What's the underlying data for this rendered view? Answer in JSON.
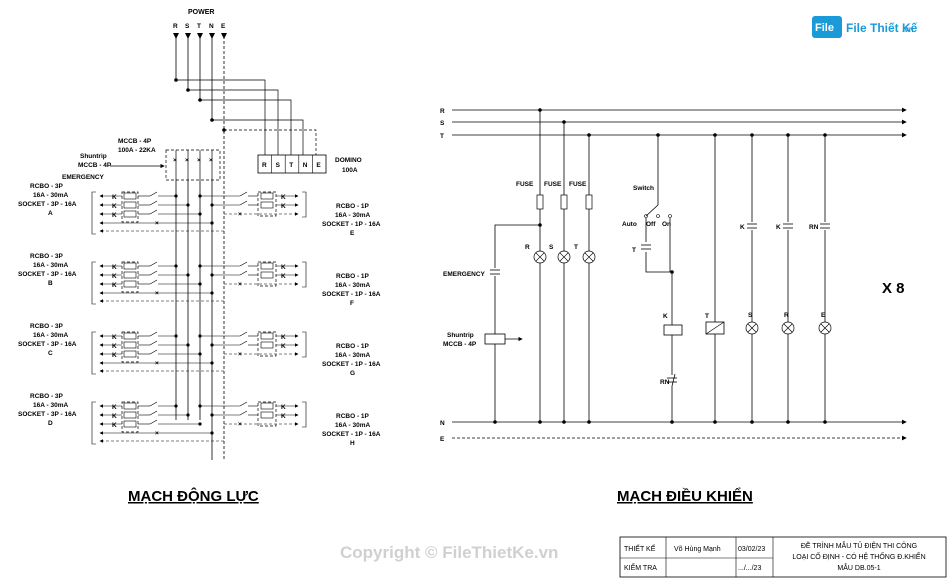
{
  "brand": {
    "logo_text": "File Thiết Kế",
    "logo_suffix": ".vn"
  },
  "power": {
    "title": "POWER",
    "phases": [
      "R",
      "S",
      "T",
      "N",
      "E"
    ],
    "mccb_label": [
      "MCCB - 4P",
      "100A - 22KA"
    ],
    "shunt_label": [
      "Shuntrip",
      "MCCB - 4P",
      "EMERGENCY"
    ],
    "domino_label": [
      "DOMINO",
      "100A"
    ],
    "domino_cells": [
      "R",
      "S",
      "T",
      "N",
      "E"
    ],
    "k_letter": "K",
    "left_groups": [
      {
        "lines": [
          "RCBO - 3P",
          "16A - 30mA",
          "SOCKET - 3P - 16A",
          "A"
        ]
      },
      {
        "lines": [
          "RCBO - 3P",
          "16A - 30mA",
          "SOCKET - 3P - 16A",
          "B"
        ]
      },
      {
        "lines": [
          "RCBO - 3P",
          "16A - 30mA",
          "SOCKET - 3P - 16A",
          "C"
        ]
      },
      {
        "lines": [
          "RCBO - 3P",
          "16A - 30mA",
          "SOCKET - 3P - 16A",
          "D"
        ]
      }
    ],
    "right_groups": [
      {
        "lines": [
          "RCBO - 1P",
          "16A - 30mA",
          "SOCKET - 1P - 16A",
          "E"
        ]
      },
      {
        "lines": [
          "RCBO - 1P",
          "16A - 30mA",
          "SOCKET - 1P - 16A",
          "F"
        ]
      },
      {
        "lines": [
          "RCBO - 1P",
          "16A - 30mA",
          "SOCKET - 1P - 16A",
          "G"
        ]
      },
      {
        "lines": [
          "RCBO - 1P",
          "16A - 30mA",
          "SOCKET - 1P - 16A",
          "H"
        ]
      }
    ],
    "section_title": "MẠCH ĐỘNG LỰC"
  },
  "control": {
    "bus_labels": [
      "R",
      "S",
      "T",
      "N",
      "E"
    ],
    "fuse_label": "FUSE",
    "lamp_labels": [
      "R",
      "S",
      "T"
    ],
    "switch_label": "Switch",
    "switch_positions": [
      "Auto",
      "Off",
      "On"
    ],
    "t_label": "T",
    "emergency_label": "EMERGENCY",
    "shunt_label": [
      "Shuntrip",
      "MCCB - 4P"
    ],
    "coil_labels": [
      "K",
      "T"
    ],
    "rn_label": "RN",
    "contact_labels": [
      "K",
      "K",
      "RN"
    ],
    "indicator_labels": [
      "S",
      "R",
      "E"
    ],
    "multiplier": "X 8",
    "section_title": "MẠCH ĐIỀU KHIỂN"
  },
  "watermark": "Copyright © FileThietKe.vn",
  "title_block": {
    "r1": [
      "THIẾT KẾ",
      "Võ Hùng Mạnh",
      "03/02/23"
    ],
    "r2": [
      "KIỂM TRA",
      "",
      ".../.../23"
    ],
    "desc": [
      "ĐỀ TRÌNH MẪU TỦ ĐIỆN THI CÔNG",
      "LOẠI CỐ ĐỊNH - CÓ HỆ THỐNG Đ.KHIỂN",
      "MẪU DB.05-1"
    ]
  }
}
